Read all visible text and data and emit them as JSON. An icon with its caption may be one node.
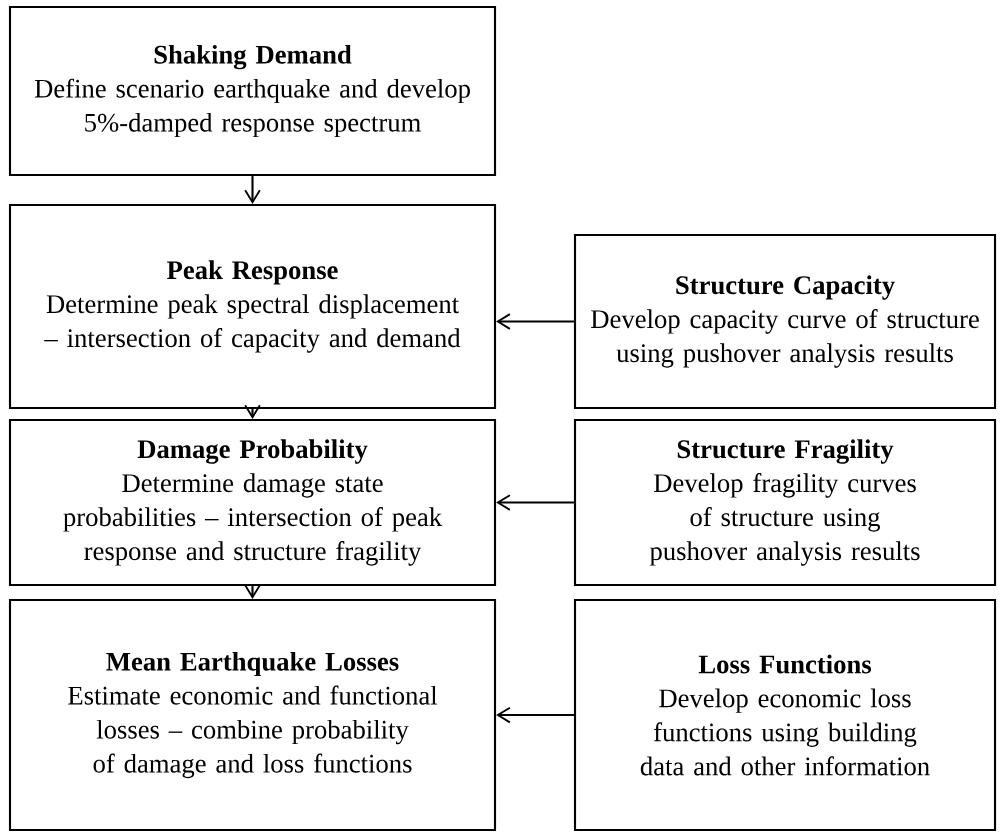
{
  "diagram": {
    "nodes": [
      {
        "text": [
          "Shaking Demand",
          "Define scenario earthquake and develop 5%-damped response spectrum"
        ]
      },
      {
        "text": [
          "Peak Response",
          "Determine peak spectral displacement – intersection of capacity and demand"
        ]
      },
      {
        "text": [
          "Structure Capacity",
          "Develop capacity curve of structure using pushover analysis results"
        ]
      },
      {
        "text": [
          "Damage Probability",
          "Determine damage state probabilities – intersection of peak response and structure fragility"
        ]
      },
      {
        "text": [
          "Structure Fragility",
          "Develop fragility curves of structure using pushover analysis results"
        ]
      },
      {
        "text": [
          "Mean Earthquake Losses",
          "Estimate economic and functional losses – combine probability of damage and loss functions"
        ]
      },
      {
        "text": [
          "Loss Functions",
          "Develop economic loss functions using building data and other information"
        ]
      }
    ],
    "edges": [
      {
        "from": 0,
        "to": 1,
        "arrow": "to"
      },
      {
        "from": 2,
        "to": 1,
        "arrow": "to"
      },
      {
        "from": 1,
        "to": 3,
        "arrow": "to"
      },
      {
        "from": 4,
        "to": 3,
        "arrow": "to"
      },
      {
        "from": 3,
        "to": 5,
        "arrow": "to"
      },
      {
        "from": 6,
        "to": 5,
        "arrow": "to"
      }
    ]
  }
}
